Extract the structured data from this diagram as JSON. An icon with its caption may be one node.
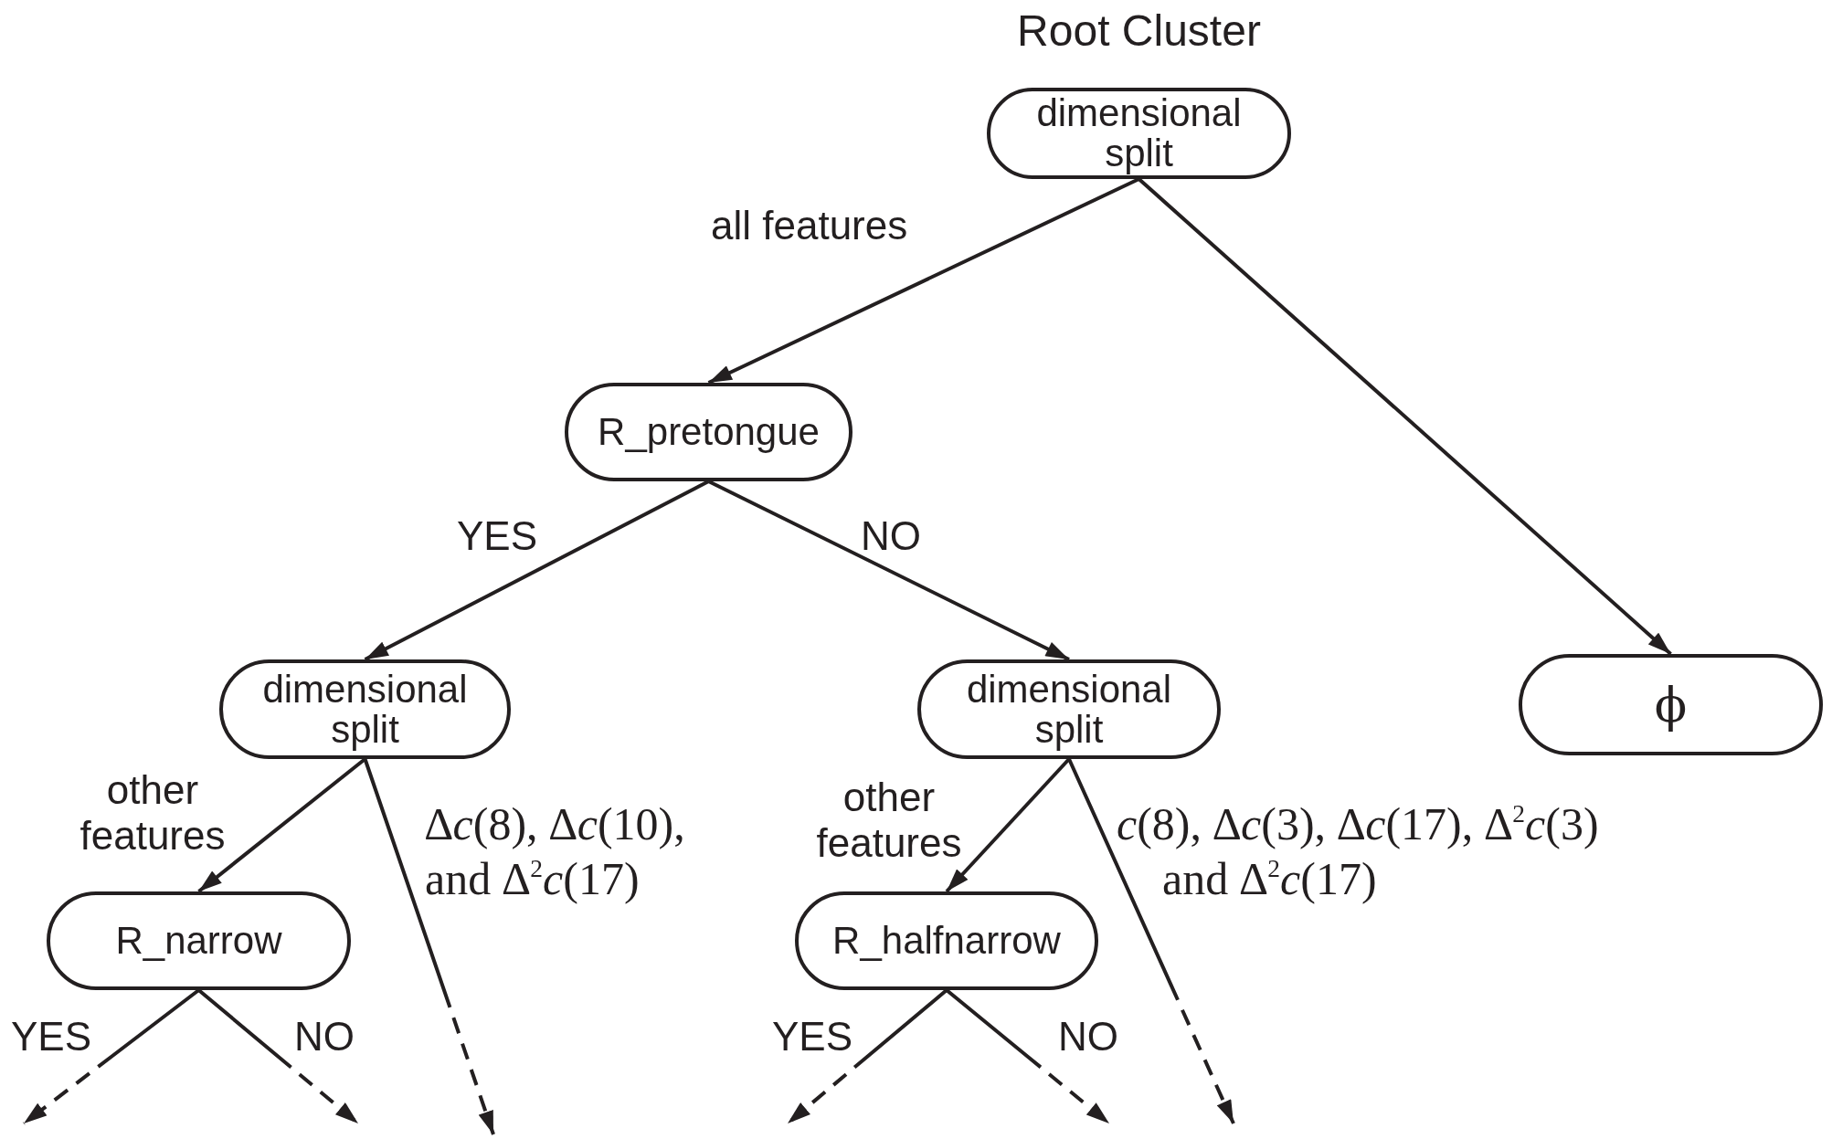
{
  "diagram": {
    "nodes": [
      {
        "text": [
          "Root Cluster",
          "dimensional split"
        ]
      },
      {
        "text": [
          "R_pretongue"
        ]
      },
      {
        "text": [
          "dimensional split"
        ]
      },
      {
        "text": [
          "dimensional split"
        ]
      },
      {
        "text": [
          "ϕ"
        ]
      },
      {
        "text": [
          "R_narrow"
        ]
      },
      {
        "text": [
          "R_halfnarrow"
        ]
      }
    ],
    "edges": [
      {
        "from": 0,
        "to": 1,
        "arrow": "to",
        "label": "all features"
      },
      {
        "from": 0,
        "to": 4,
        "arrow": "to"
      },
      {
        "from": 1,
        "to": 2,
        "arrow": "to",
        "label": "YES"
      },
      {
        "from": 1,
        "to": 3,
        "arrow": "to",
        "label": "NO"
      },
      {
        "from": 2,
        "to": 5,
        "arrow": "to",
        "label": "other features"
      },
      {
        "from": 2,
        "to": null,
        "arrow": "to",
        "label": "∆*c*(8), ∆*c*(10), and ∆$^{2}$*c*(17)",
        "style": "dashed"
      },
      {
        "from": 3,
        "to": 6,
        "arrow": "to",
        "label": "other features"
      },
      {
        "from": 3,
        "to": null,
        "arrow": "to",
        "label": "*c*(8), ∆*c*(3), ∆*c*(17), ∆$^{2}$*c*(3) and ∆$^{2}$*c*(17)",
        "style": "dashed"
      },
      {
        "from": 5,
        "to": null,
        "arrow": "to",
        "label": "YES",
        "style": "dashed"
      },
      {
        "from": 5,
        "to": null,
        "arrow": "to",
        "label": "NO",
        "style": "dashed"
      },
      {
        "from": 6,
        "to": null,
        "arrow": "to",
        "label": "YES",
        "style": "dashed"
      },
      {
        "from": 6,
        "to": null,
        "arrow": "to",
        "label": "NO",
        "style": "dashed"
      }
    ]
  }
}
